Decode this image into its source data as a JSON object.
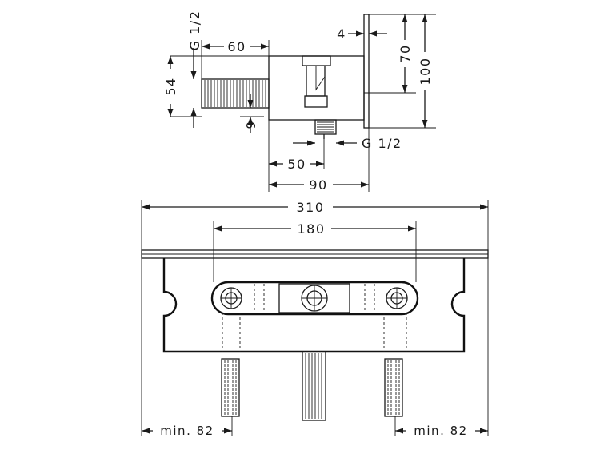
{
  "dimensions": {
    "d_g_half_left": "G 1/2",
    "d_60": "60",
    "d_54": "54",
    "d_9": "9",
    "d_4": "4",
    "d_70": "70",
    "d_100": "100",
    "d_g_half_bottom": "G 1/2",
    "d_50": "50",
    "d_90": "90",
    "d_310": "310",
    "d_180": "180",
    "d_min82_left": "min. 82",
    "d_min82_right": "min. 82"
  }
}
